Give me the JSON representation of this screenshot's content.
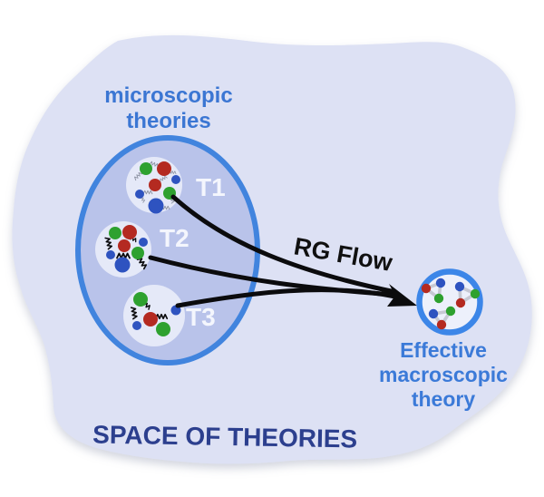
{
  "diagram": {
    "space_label": "SPACE OF THEORIES",
    "micro_title": {
      "line1": "microscopic",
      "line2": "theories"
    },
    "rg_flow": "RG Flow",
    "effective_title": {
      "line1": "Effective",
      "line2": "macroscopic",
      "line3": "theory"
    },
    "theories": [
      {
        "label": "T1"
      },
      {
        "label": "T2"
      },
      {
        "label": "T3"
      }
    ]
  },
  "colors": {
    "page-bg": "#ffffff",
    "blob": "#dde1f4",
    "ellipse-fill": "#b9c3ea",
    "ellipse-stroke": "#4184de",
    "tcircle-fill": "#e5e9f8",
    "effective-fill": "#edf0fb",
    "effective-stroke": "#3c86e8",
    "dot-red": "#b42a21",
    "dot-green": "#2ea12f",
    "dot-blue": "#2e53c0",
    "connector-gray": "#c6c8d3",
    "squiggle-gray": "#8d93a3",
    "arrow-black": "#0b0b0d",
    "micro-text": "#3b76d3",
    "effective-text": "#3b7ad8",
    "space-text": "#2c3f8e",
    "tlabel-text": "#f4f6fd",
    "rgflow-text": "#101010"
  }
}
